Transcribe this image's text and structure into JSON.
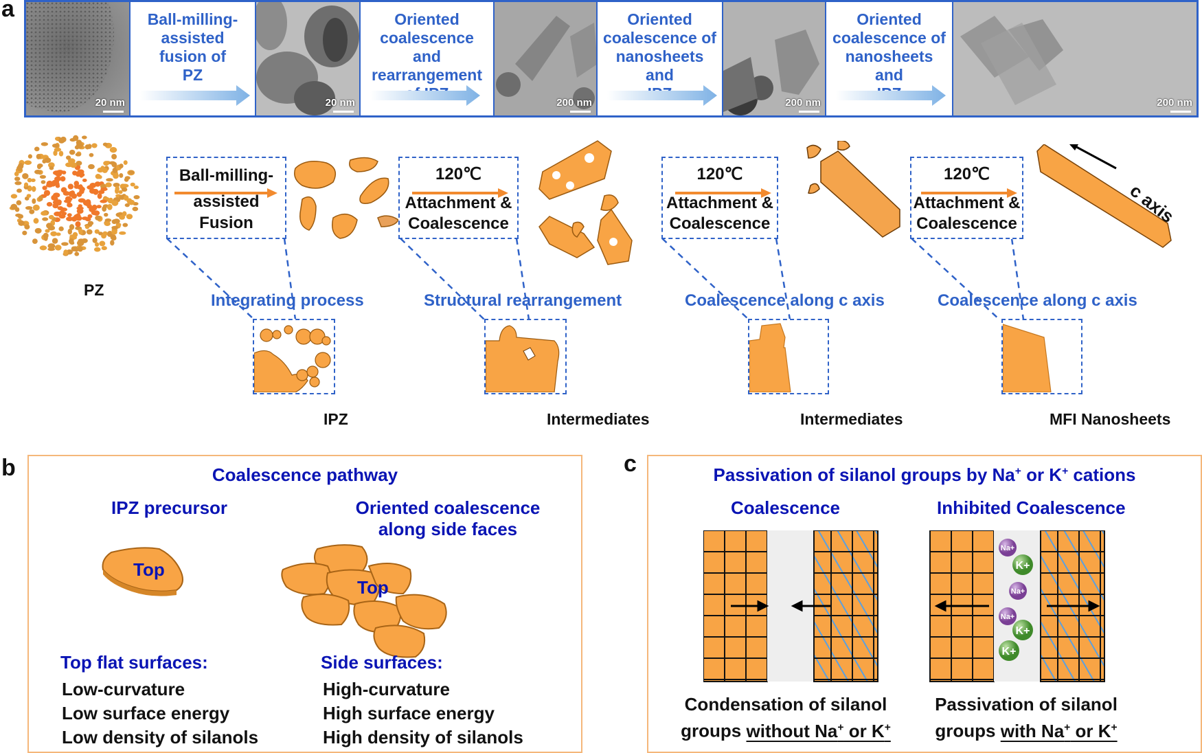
{
  "colors": {
    "accent_blue": "#2f62c8",
    "navy_text": "#0a14b4",
    "crystal_orange": "#f8a445",
    "frame_orange": "#f5b77a",
    "hatch_blue": "#5aa0e0",
    "na_ion": "#8a4fa6",
    "k_ion": "#4f9a3a"
  },
  "panel_a": {
    "letter": "a",
    "tem_strip": {
      "images": [
        {
          "name": "PZ",
          "scale_bar": "20 nm"
        },
        {
          "name": "IPZ",
          "scale_bar": "20 nm"
        },
        {
          "name": "intermediates-1",
          "scale_bar": "200 nm"
        },
        {
          "name": "intermediates-2",
          "scale_bar": "200 nm"
        },
        {
          "name": "mfi-nanosheets",
          "scale_bar": "200 nm"
        }
      ],
      "transitions": [
        "Ball-milling-\nassisted\nfusion of\nPZ",
        "Oriented\ncoalescence and\nrearrangement\nof IPZ",
        "Oriented\ncoalescence of\nnanosheets and\nIPZ",
        "Oriented\ncoalescence of\nnanosheets and\nIPZ"
      ]
    },
    "schematic": {
      "start_label": "PZ",
      "steps": [
        {
          "line1": "Ball-milling-",
          "line2": "assisted",
          "line3": "Fusion",
          "caption": "Integrating process",
          "product": "IPZ"
        },
        {
          "temp": "120℃",
          "line2": "Attachment &",
          "line3": "Coalescence",
          "caption": "Structural rearrangement",
          "product": "Intermediates"
        },
        {
          "temp": "120℃",
          "line2": "Attachment &",
          "line3": "Coalescence",
          "caption": "Coalescence along c axis",
          "product": "Intermediates"
        },
        {
          "temp": "120℃",
          "line2": "Attachment &",
          "line3": "Coalescence",
          "caption": "Coalescence along c axis",
          "product": "MFI Nanosheets"
        }
      ],
      "axis_label": "c axis"
    }
  },
  "panel_b": {
    "letter": "b",
    "title": "Coalescence pathway",
    "left": {
      "heading": "IPZ precursor",
      "crystal_label": "Top",
      "props_heading": "Top flat surfaces:",
      "props": [
        "Low-curvature",
        "Low surface energy",
        "Low density of silanols"
      ]
    },
    "right": {
      "heading_line1": "Oriented coalescence",
      "heading_line2": "along side faces",
      "crystal_label": "Top",
      "props_heading": "Side surfaces:",
      "props": [
        "High-curvature",
        "High surface energy",
        "High density of silanols"
      ]
    }
  },
  "panel_c": {
    "letter": "c",
    "title_pre": "Passivation of silanol groups by Na",
    "title_mid": " or K",
    "title_post": " cations",
    "sup": "+",
    "left": {
      "heading": "Coalescence",
      "caption_line1": "Condensation of silanol",
      "caption_line2_pre": "groups ",
      "caption_line2_u_a": "without Na",
      "caption_line2_u_b": " or K"
    },
    "right": {
      "heading": "Inhibited Coalescence",
      "caption_line1": "Passivation of silanol",
      "caption_line2_pre": "groups ",
      "caption_line2_u_a": "with Na",
      "caption_line2_u_b": " or K",
      "ions": [
        "Na+",
        "K+",
        "Na+",
        "Na+",
        "K+",
        "K+"
      ]
    }
  }
}
